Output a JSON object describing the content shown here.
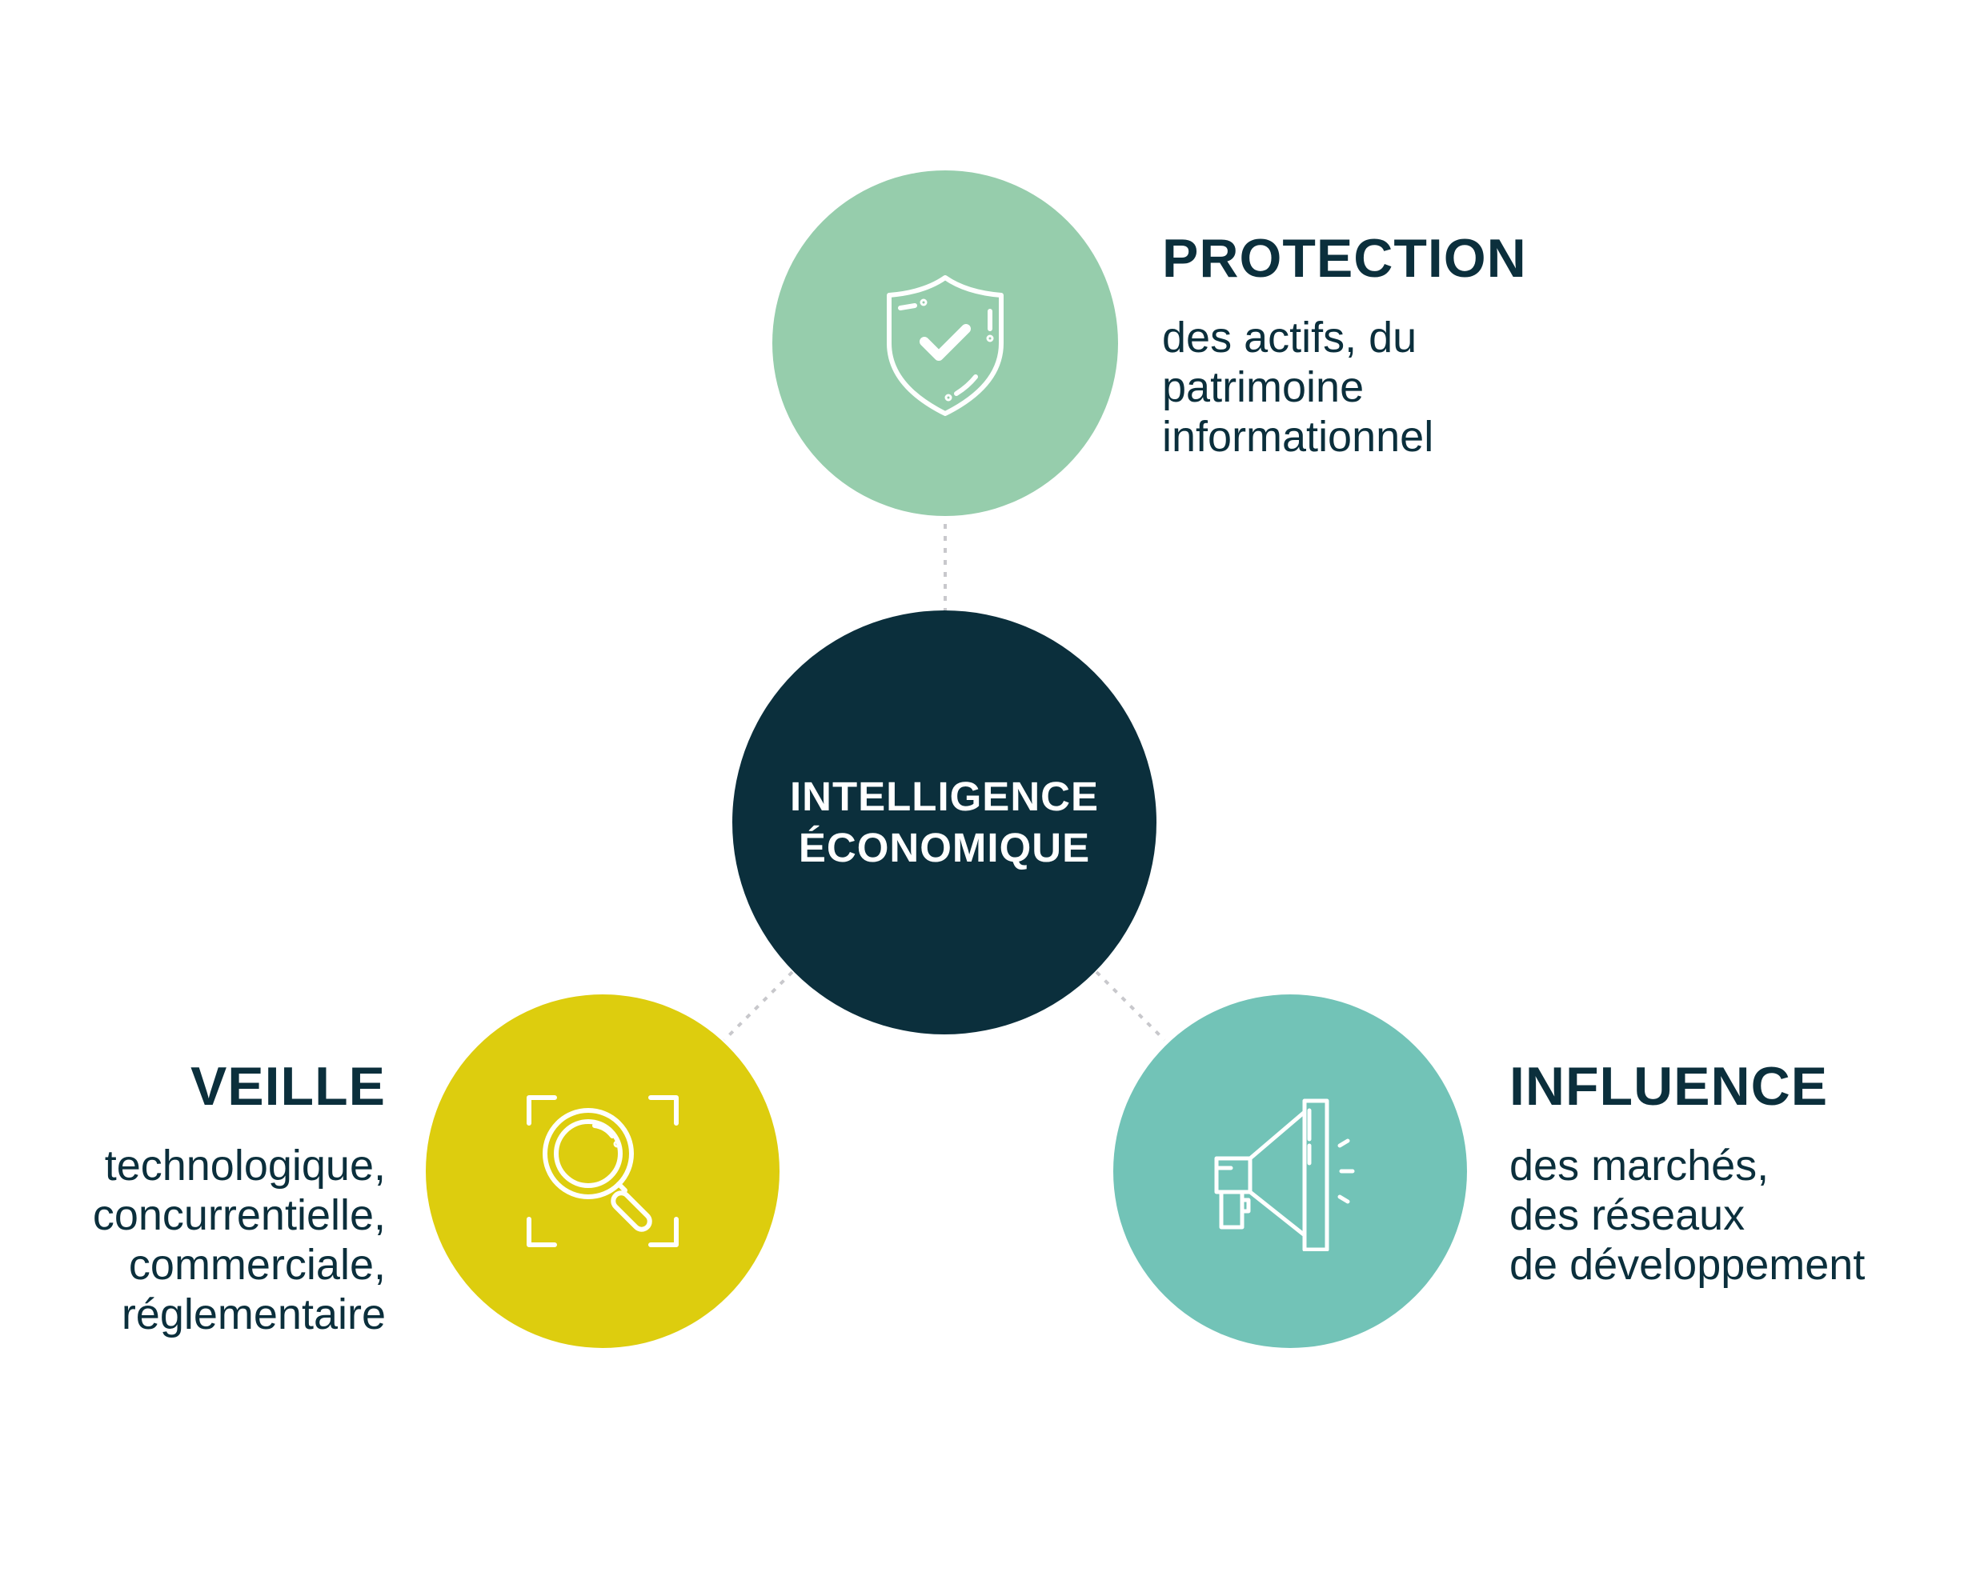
{
  "colors": {
    "center": "#0b2f3c",
    "protection": "#96cdac",
    "veille": "#ddcd0e",
    "influence": "#72c3b7",
    "text": "#0b2f3c",
    "connector": "#c8c8cc",
    "icon_stroke": "#ffffff"
  },
  "center": {
    "line1": "INTELLIGENCE",
    "line2": "ÉCONOMIQUE"
  },
  "protection": {
    "icon": "shield-check-icon",
    "title": "PROTECTION",
    "lines": [
      "des actifs, du",
      "patrimoine",
      "informationnel"
    ]
  },
  "veille": {
    "icon": "magnifier-focus-icon",
    "title": "VEILLE",
    "lines": [
      "technologique,",
      "concurrentielle,",
      "commerciale,",
      "réglementaire"
    ]
  },
  "influence": {
    "icon": "megaphone-icon",
    "title": "INFLUENCE",
    "lines": [
      "des marchés,",
      "des réseaux",
      "de développement"
    ]
  }
}
